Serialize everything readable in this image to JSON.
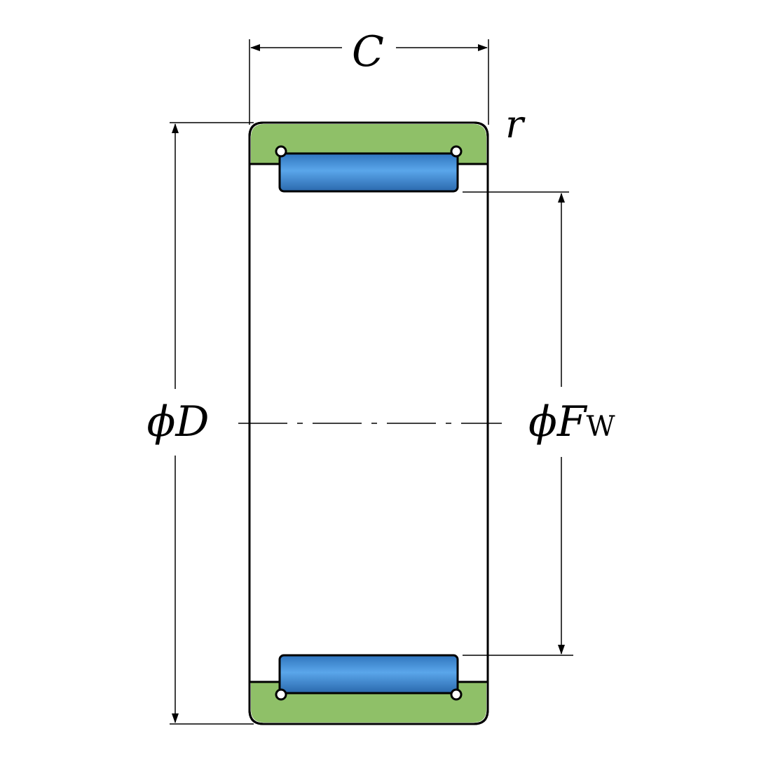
{
  "labels": {
    "width": "C",
    "radius": "r",
    "outer_diameter_symbol": "ϕ",
    "outer_diameter": "D",
    "inner_diameter_symbol": "ϕ",
    "inner_diameter": "F",
    "inner_diameter_subscript": "W"
  },
  "colors": {
    "shell": "#8fc068",
    "roller": "#4a90d9",
    "roller_highlight": "#6fb0ec",
    "roller_shadow": "#2d6fb5",
    "line": "#000000",
    "background": "#ffffff"
  }
}
